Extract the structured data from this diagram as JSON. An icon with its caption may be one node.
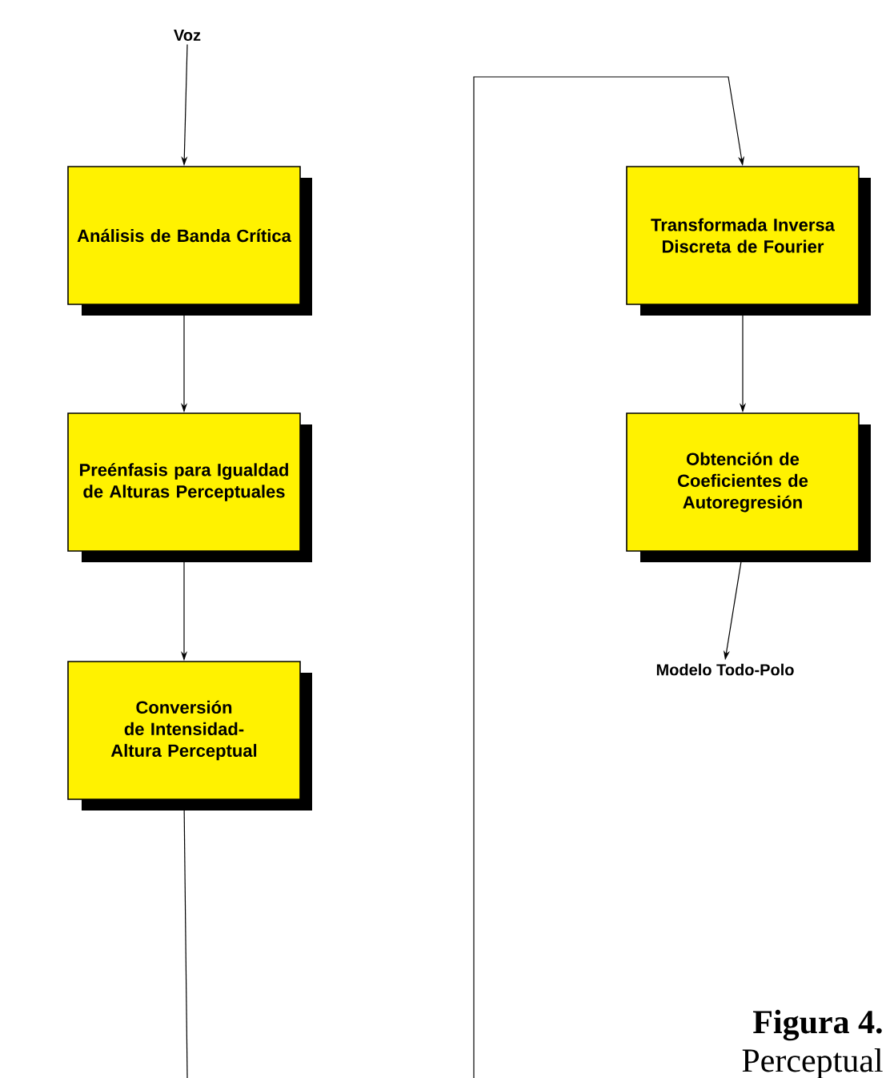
{
  "diagram": {
    "nodes": [
      {
        "text": [
          "Voz"
        ]
      },
      {
        "text": [
          "Análisis de Banda Crítica"
        ]
      },
      {
        "text": [
          "Preénfasis para Igualdad de Alturas Perceptuales"
        ]
      },
      {
        "text": [
          "Conversión de Intensidad-Altura Perceptual"
        ]
      },
      {
        "text": [
          "Transformada Inversa Discreta de Fourier"
        ]
      },
      {
        "text": [
          "Obtención de Coeficientes de Autoregresión"
        ]
      },
      {
        "text": [
          "Modelo Todo-Polo"
        ]
      }
    ],
    "edges": [
      {
        "from": 0,
        "to": 1,
        "arrow": "to"
      },
      {
        "from": 1,
        "to": 2,
        "arrow": "to"
      },
      {
        "from": 2,
        "to": 3,
        "arrow": "to"
      },
      {
        "from": 3,
        "to": null,
        "arrow": "none"
      },
      {
        "from": null,
        "to": 4,
        "arrow": "to"
      },
      {
        "from": 4,
        "to": 5,
        "arrow": "to"
      },
      {
        "from": 5,
        "to": 6,
        "arrow": "to"
      }
    ],
    "labels": [
      "Figura 4.",
      "Perceptual"
    ]
  }
}
